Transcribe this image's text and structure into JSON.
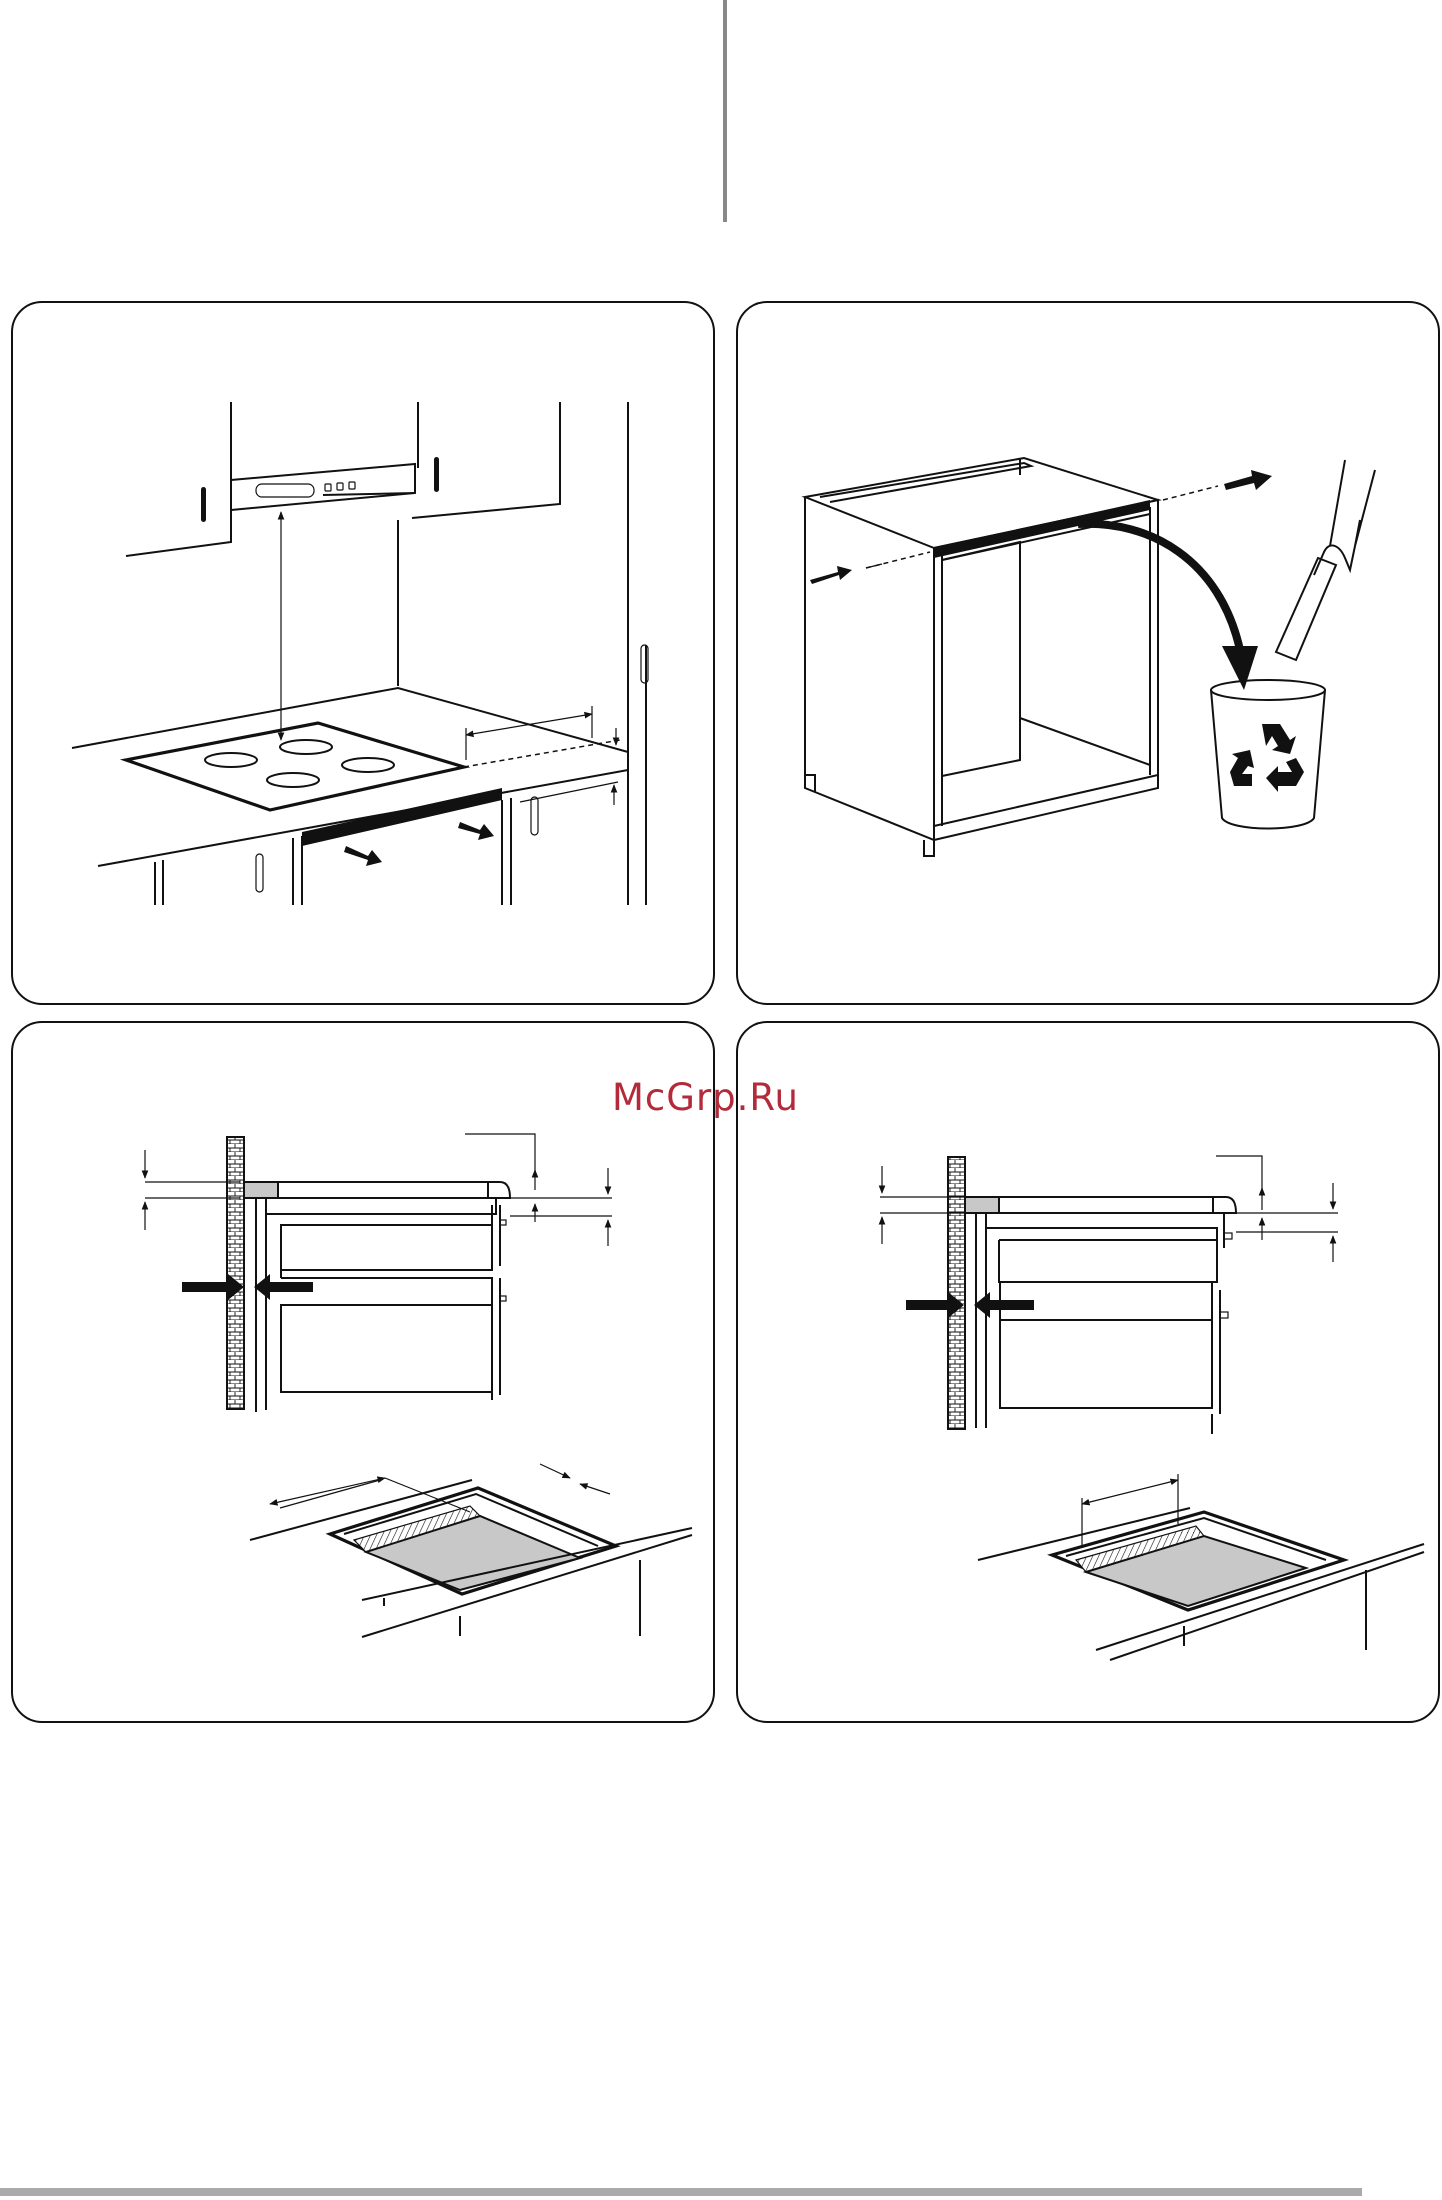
{
  "watermark": {
    "text": "McGrp.Ru",
    "color": "#b32b3a"
  },
  "colors": {
    "line": "#111111",
    "fill_grey": "#c8c8c8",
    "footer_bar": "#aaaaaa",
    "divider": "#888888"
  },
  "panels": [
    {
      "id": "panel-hob-clearances",
      "icon": "kitchen-hob-illustration"
    },
    {
      "id": "panel-cabinet-preparation",
      "icon": "cabinet-recycle-illustration"
    },
    {
      "id": "panel-section-drawer-unit",
      "icon": "section-drawer-illustration"
    },
    {
      "id": "panel-section-oven-unit",
      "icon": "section-oven-illustration"
    }
  ]
}
